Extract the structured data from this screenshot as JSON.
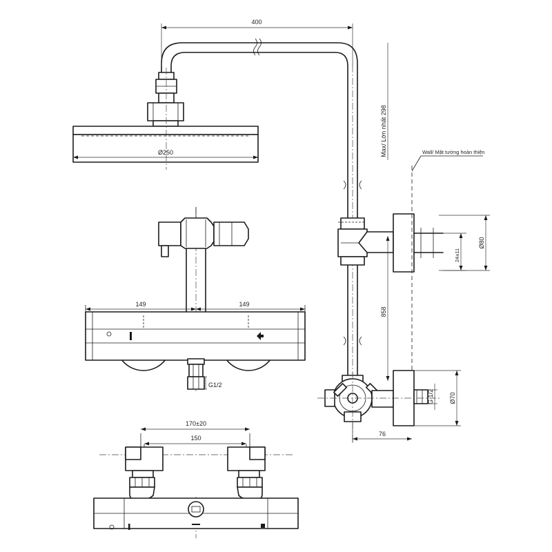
{
  "shower_head": {
    "arm_length": "400",
    "diameter": "Ø250"
  },
  "riser": {
    "height_label": "Max/ Lớn nhất 298",
    "wall_label": "Wall/ Mặt tường hoàn thiện",
    "bracket_diameter": "Ø80",
    "bracket_screw": "24±11",
    "length": "858"
  },
  "diverter": {
    "depth": "76",
    "thread": "G 1/2",
    "diameter": "Ø70"
  },
  "mixer_front": {
    "left_width": "149",
    "right_width": "149",
    "outlet_thread": "G1/2"
  },
  "mixer_top": {
    "centers_range": "170±20",
    "centers": "150"
  }
}
